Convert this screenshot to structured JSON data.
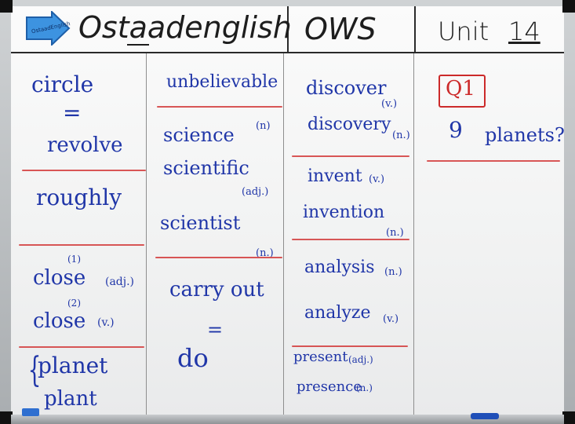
{
  "header": {
    "title": "Ostaadenglish",
    "column_ows": "OWS",
    "unit_label": "Unit",
    "unit_number": "14",
    "logo_text": "OstaadEnglish"
  },
  "col1": {
    "w_circle": "circle",
    "equals": "=",
    "w_revolve": "revolve",
    "w_roughly": "roughly",
    "close1_num": "(1)",
    "close1": "close",
    "close1_pos": "(adj.)",
    "close2_num": "(2)",
    "close2": "close",
    "close2_pos": "(v.)",
    "brace": "{",
    "w_planet": "planet",
    "w_plant": "plant"
  },
  "col2": {
    "w_unbelievable": "unbelievable",
    "w_science": "science",
    "science_pos": "(n)",
    "w_scientific": "scientific",
    "scientific_pos": "(adj.)",
    "w_scientist": "scientist",
    "scientist_pos": "(n.)",
    "w_carry_out": "carry out",
    "equals": "=",
    "w_do": "do"
  },
  "col3": {
    "w_discover": "discover",
    "discover_pos": "(v.)",
    "w_discovery": "discovery",
    "discovery_pos": "(n.)",
    "w_invent": "invent",
    "invent_pos": "(v.)",
    "w_invention": "invention",
    "invention_pos": "(n.)",
    "w_analysis": "analysis",
    "analysis_pos": "(n.)",
    "w_analyze": "analyze",
    "analyze_pos": "(v.)",
    "w_present": "present",
    "present_pos": "(adj.)",
    "w_presence": "presence",
    "presence_pos": "(n.)"
  },
  "col4": {
    "q_label": "Q1",
    "q_number": "9",
    "q_text": "planets?"
  },
  "colors": {
    "marker_blue": "#2036a8",
    "marker_red": "#d23a3a",
    "marker_black": "#1d1d1d"
  }
}
